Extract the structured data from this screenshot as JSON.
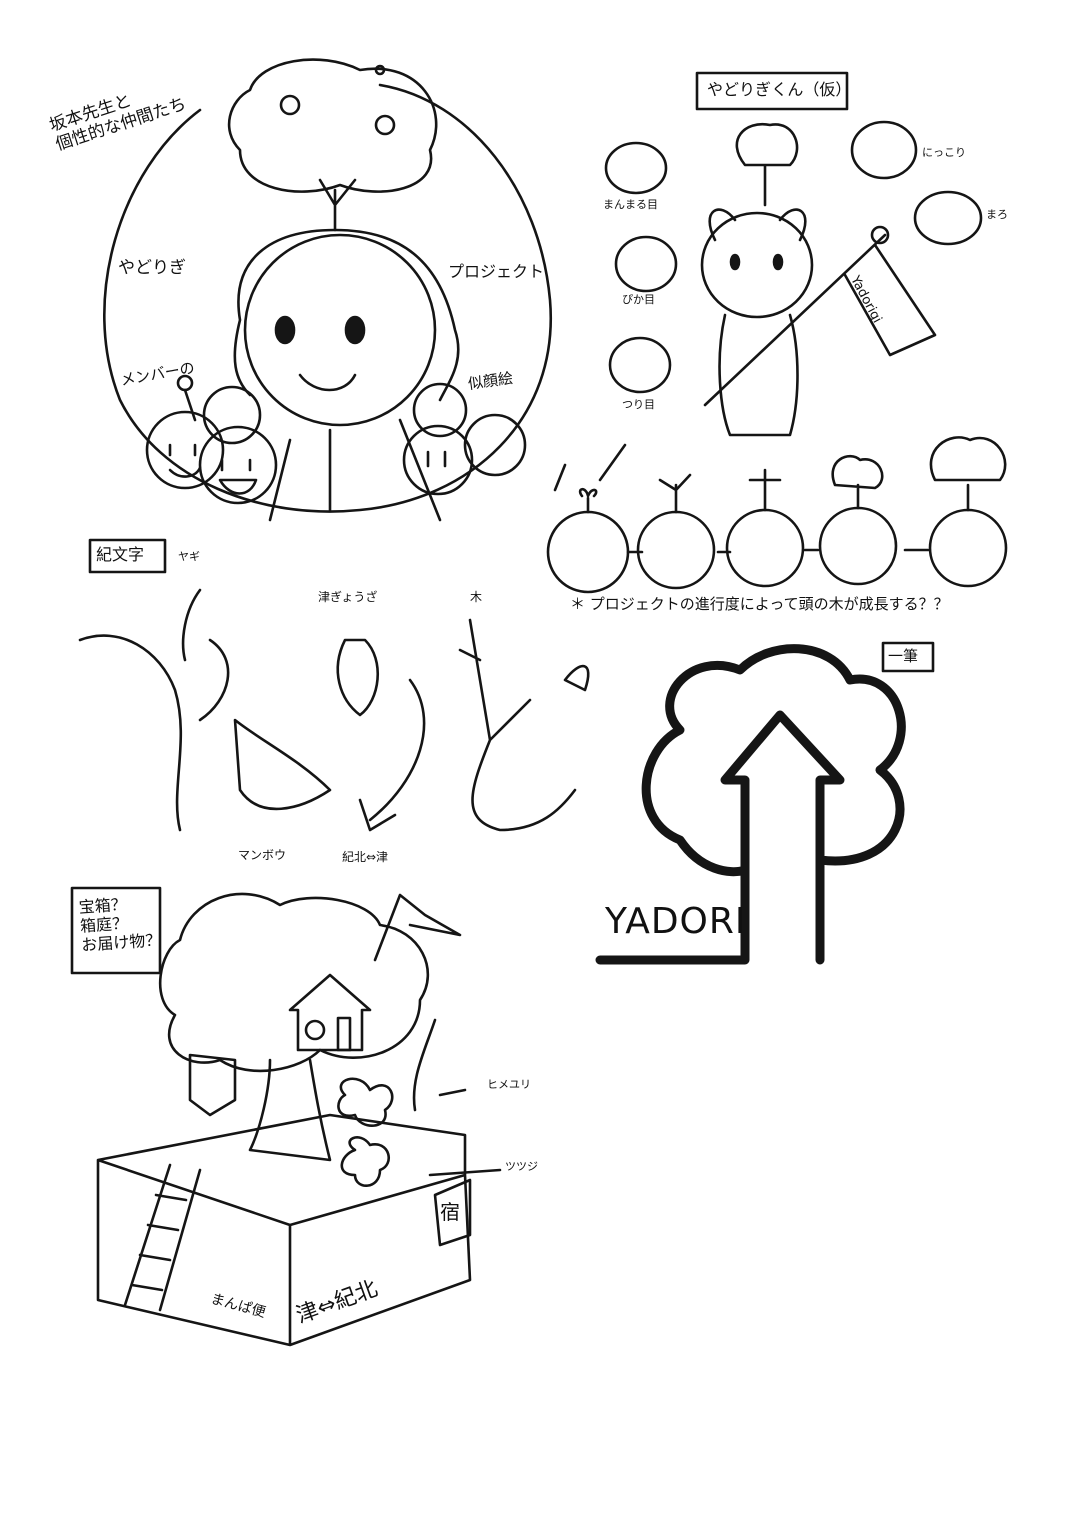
{
  "portrait": {
    "title_line1": "坂本先生と",
    "title_line2": "個性的な仲間たち",
    "left_label": "やどりぎ",
    "right_label": "プロジェクト",
    "members_label": "メンバーの",
    "caricature_label": "似顔絵"
  },
  "mascot": {
    "title": "やどりぎくん（仮）",
    "faces": [
      "まんまる目",
      "ぴか目",
      "つり目",
      "にっこり",
      "まろ"
    ],
    "flag_text": "Yadorigi"
  },
  "growth": {
    "note": "＊ プロジェクトの進行度によって頭の木が成長する？？"
  },
  "lettering": {
    "title": "紀文字",
    "tags": [
      "ヤギ",
      "津ぎょうざ",
      "木"
    ],
    "captions": [
      "マンボウ",
      "紀北⇔津"
    ]
  },
  "logo": {
    "title": "一筆",
    "wordmark": "YADORI"
  },
  "diorama": {
    "question_line1": "宝箱？",
    "question_line2": "箱庭？",
    "question_line3": "お届け物？",
    "flower1": "ヒメユリ",
    "flower2": "ツツジ",
    "side_label": "まんぱ便",
    "front_label": "津⇔紀北",
    "sign": "宿"
  }
}
